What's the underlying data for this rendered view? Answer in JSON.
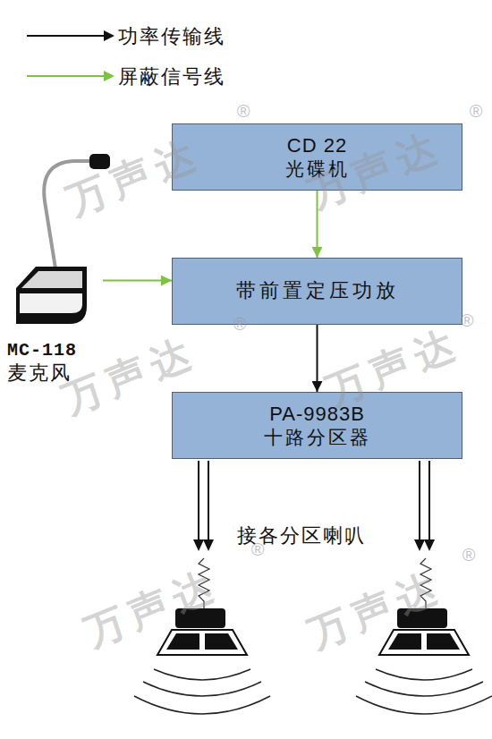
{
  "diagram": {
    "nodes": [
      {
        "text": [
          "CD 22",
          "光碟机"
        ]
      },
      {
        "text": [
          "MC-118",
          "麦克风"
        ]
      },
      {
        "text": [
          "带前置定压功放"
        ]
      },
      {
        "text": [
          "PA-9983B",
          "十路分区器"
        ]
      }
    ],
    "edges": [
      {
        "from": 0,
        "to": 2,
        "arrow": "to"
      },
      {
        "from": 1,
        "to": 2,
        "arrow": "to"
      },
      {
        "from": 2,
        "to": 3,
        "arrow": "to"
      }
    ],
    "labels": [
      "万声达",
      "®",
      "万声达",
      "®",
      "万声达",
      "®",
      "万声达",
      "®",
      "接各分区喇叭",
      "万声达",
      "®",
      "万声达",
      "®"
    ],
    "legend": [
      {
        "text": "功率传输线"
      },
      {
        "text": "屏蔽信号线"
      }
    ]
  }
}
